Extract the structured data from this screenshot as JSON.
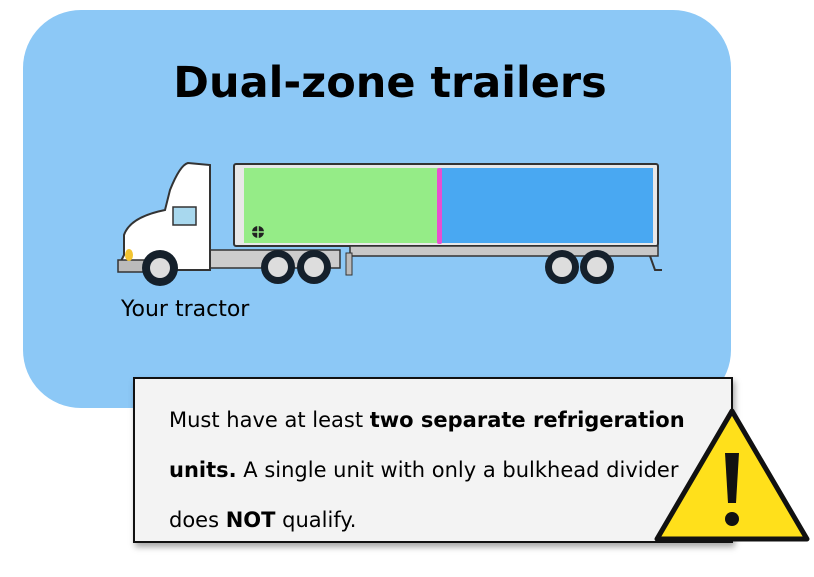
{
  "title": "Dual-zone trailers",
  "tractor_label": "Your tractor",
  "callout": {
    "part1": "Must have at least ",
    "bold1": "two separate refrigeration units.",
    "part2": " A single unit with only a bulkhead divider does ",
    "bold2": "NOT",
    "part3": " qualify."
  },
  "colors": {
    "panel": "#8cc8f6",
    "zone_front": "#95ec87",
    "zone_rear": "#49a8f2",
    "divider": "#e94fd0",
    "warning": "#ffe01b"
  }
}
